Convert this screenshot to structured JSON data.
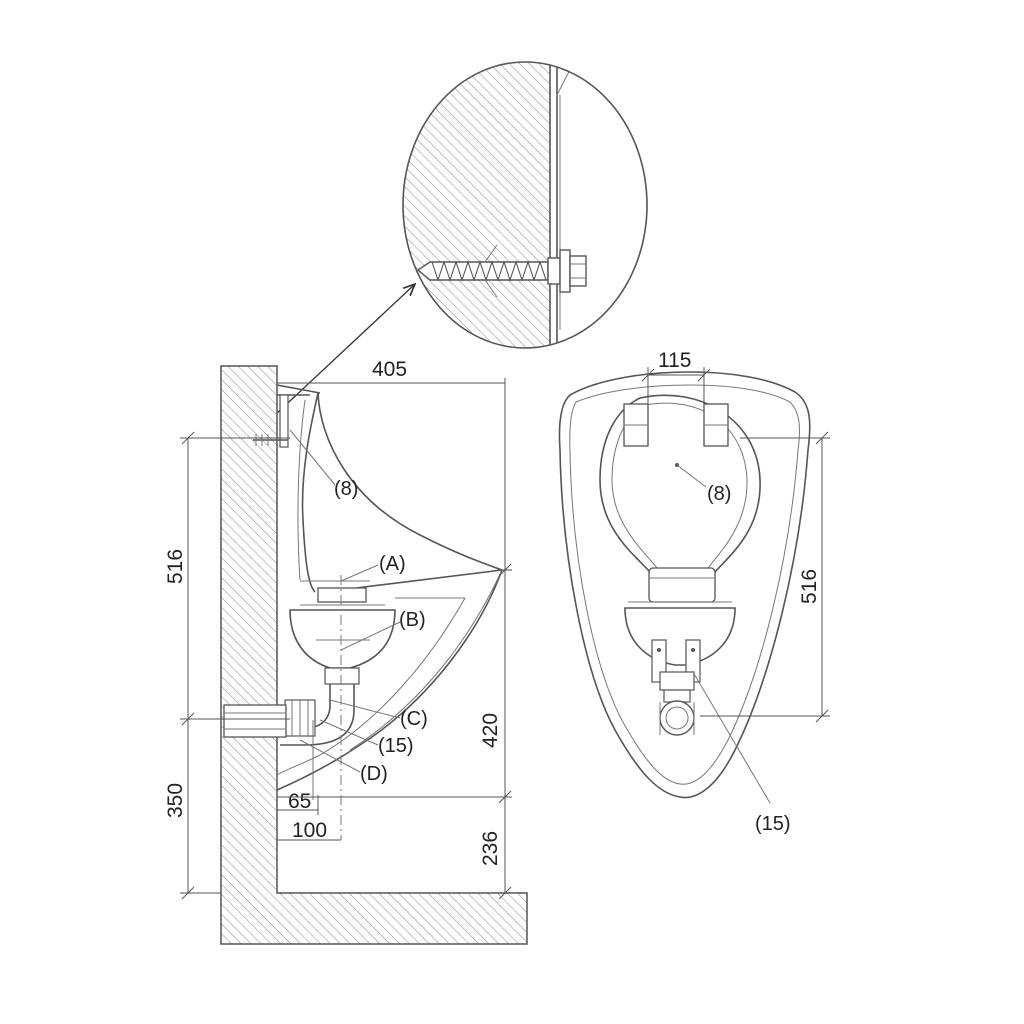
{
  "dimensions": {
    "width_top": "405",
    "height_upper_left": "516",
    "height_lower_left": "350",
    "offset_65": "65",
    "offset_100": "100",
    "height_420": "420",
    "height_236": "236",
    "bracket_spacing": "115",
    "height_front_516": "516"
  },
  "labels": {
    "side_8": "(8)",
    "side_A": "(A)",
    "side_B": "(B)",
    "side_C": "(C)",
    "side_15": "(15)",
    "side_D": "(D)",
    "front_8": "(8)",
    "front_15": "(15)"
  }
}
